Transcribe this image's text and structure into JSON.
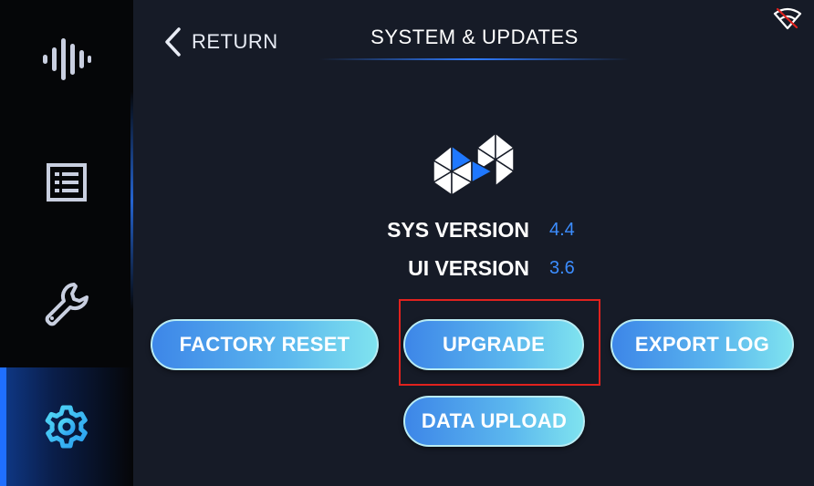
{
  "header": {
    "return_label": "RETURN",
    "title": "SYSTEM & UPDATES"
  },
  "status": {
    "wifi_icon": "wifi-off-icon"
  },
  "sidebar": {
    "items": [
      {
        "icon": "audio-wave-icon",
        "active": false
      },
      {
        "icon": "document-list-icon",
        "active": false
      },
      {
        "icon": "wrench-icon",
        "active": false
      },
      {
        "icon": "gear-icon",
        "active": true
      }
    ]
  },
  "info": {
    "sys_version_label": "SYS VERSION",
    "sys_version_value": "4.4",
    "ui_version_label": "UI VERSION",
    "ui_version_value": "3.6"
  },
  "buttons": {
    "factory_reset": "FACTORY RESET",
    "upgrade": "UPGRADE",
    "export_log": "EXPORT LOG",
    "data_upload": "DATA UPLOAD"
  },
  "colors": {
    "accent": "#1f6fff",
    "version_value": "#3c8dff",
    "highlight": "#e0221e"
  }
}
